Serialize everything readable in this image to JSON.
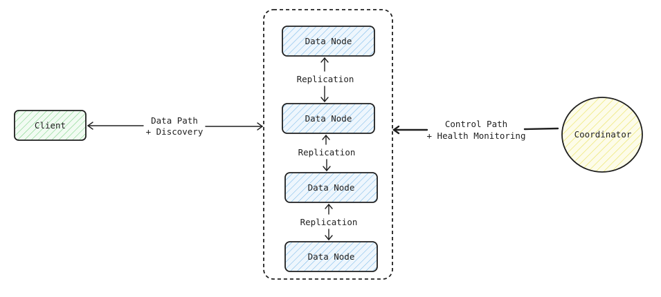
{
  "client": {
    "label": "Client"
  },
  "coordinator": {
    "label": "Coordinator"
  },
  "nodes": [
    {
      "label": "Data Node"
    },
    {
      "label": "Data Node"
    },
    {
      "label": "Data Node"
    },
    {
      "label": "Data Node"
    }
  ],
  "replication_labels": [
    "Replication",
    "Replication",
    "Replication"
  ],
  "data_path": {
    "line1": "Data Path",
    "line2": "+ Discovery"
  },
  "control_path": {
    "line1": "Control Path",
    "line2": "+ Health Monitoring"
  },
  "colors": {
    "client_fill": "#4cc35a",
    "node_fill": "#4fa3e0",
    "coordinator_fill": "#e8e04a",
    "stroke": "#1e1e1e"
  }
}
